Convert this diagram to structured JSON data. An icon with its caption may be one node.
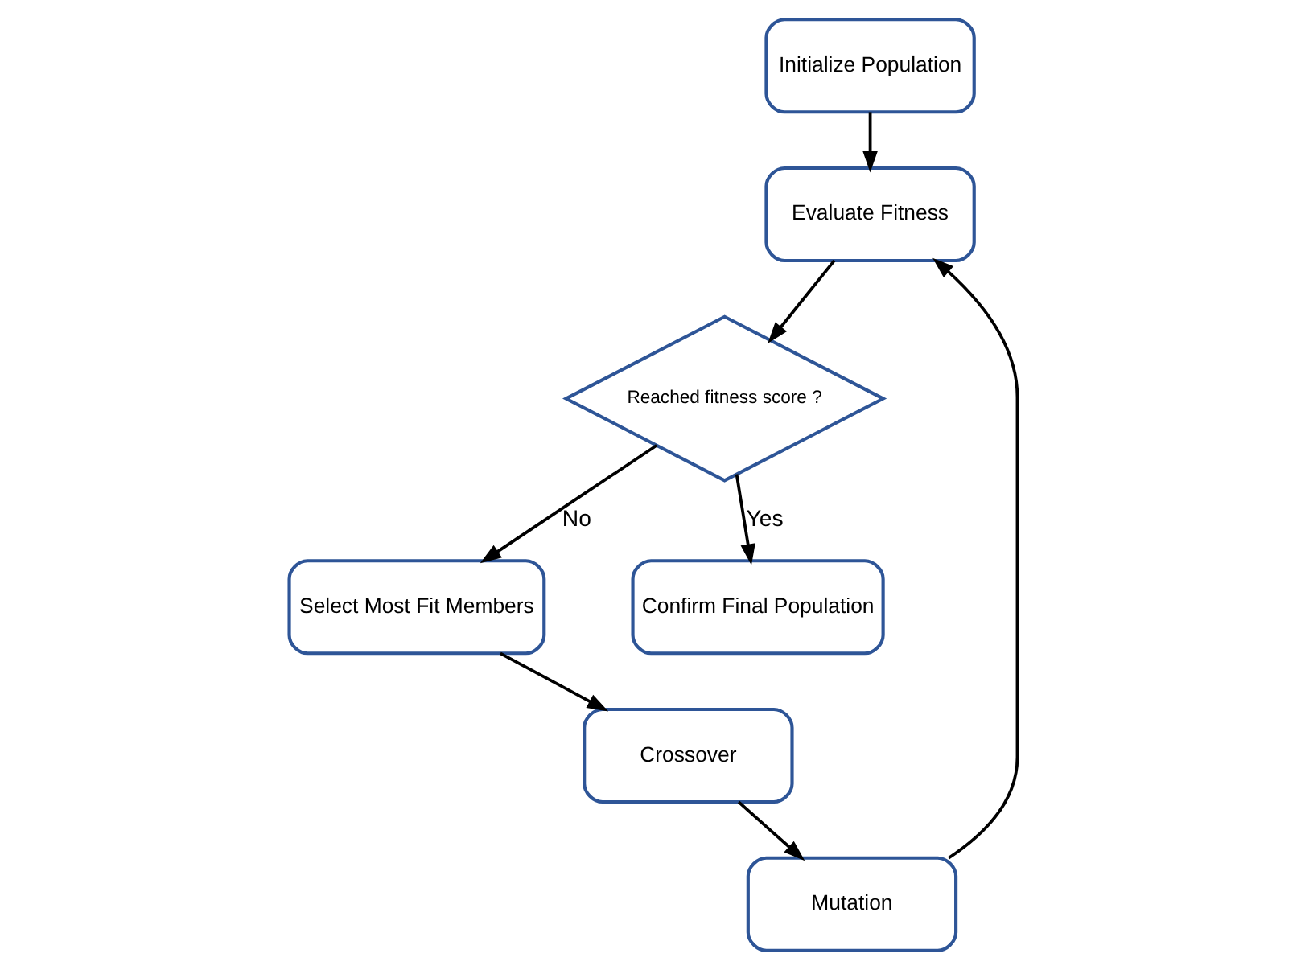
{
  "diagram": {
    "nodes": [
      {
        "text": [
          "Initialize Population"
        ]
      },
      {
        "text": [
          "Evaluate Fitness"
        ]
      },
      {
        "text": [
          "Reached fitness score ?"
        ]
      },
      {
        "text": [
          "Select Most Fit Members"
        ]
      },
      {
        "text": [
          "Crossover"
        ]
      },
      {
        "text": [
          "Mutation"
        ]
      },
      {
        "text": [
          "Confirm Final Population"
        ]
      }
    ],
    "edges": [
      {
        "from": 0,
        "to": 1,
        "arrow": "to"
      },
      {
        "from": 1,
        "to": 2,
        "arrow": "to"
      },
      {
        "from": 2,
        "to": 3,
        "arrow": "to",
        "label": "No"
      },
      {
        "from": 3,
        "to": 4,
        "arrow": "to"
      },
      {
        "from": 4,
        "to": 5,
        "arrow": "to"
      },
      {
        "from": 5,
        "to": 1,
        "arrow": "to"
      },
      {
        "from": 2,
        "to": 6,
        "arrow": "to",
        "label": "Yes"
      }
    ]
  }
}
